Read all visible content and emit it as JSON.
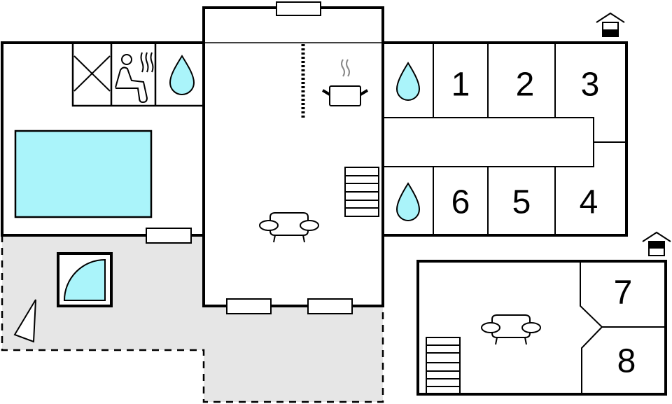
{
  "colors": {
    "water": "#aaf4fa",
    "terrace": "#e6e6e6",
    "wall": "#000000"
  },
  "rooms": {
    "upper_floor": [
      "1",
      "2",
      "3",
      "4",
      "5",
      "6"
    ],
    "lower_block": [
      "7",
      "8"
    ]
  },
  "icons": [
    "toilet-cross-icon",
    "sauna-icon",
    "water-drop-icon",
    "cooking-pot-icon",
    "sofa-icon",
    "stairs-icon",
    "shower-icon",
    "house-floor-icon",
    "triangle-marker-icon"
  ]
}
